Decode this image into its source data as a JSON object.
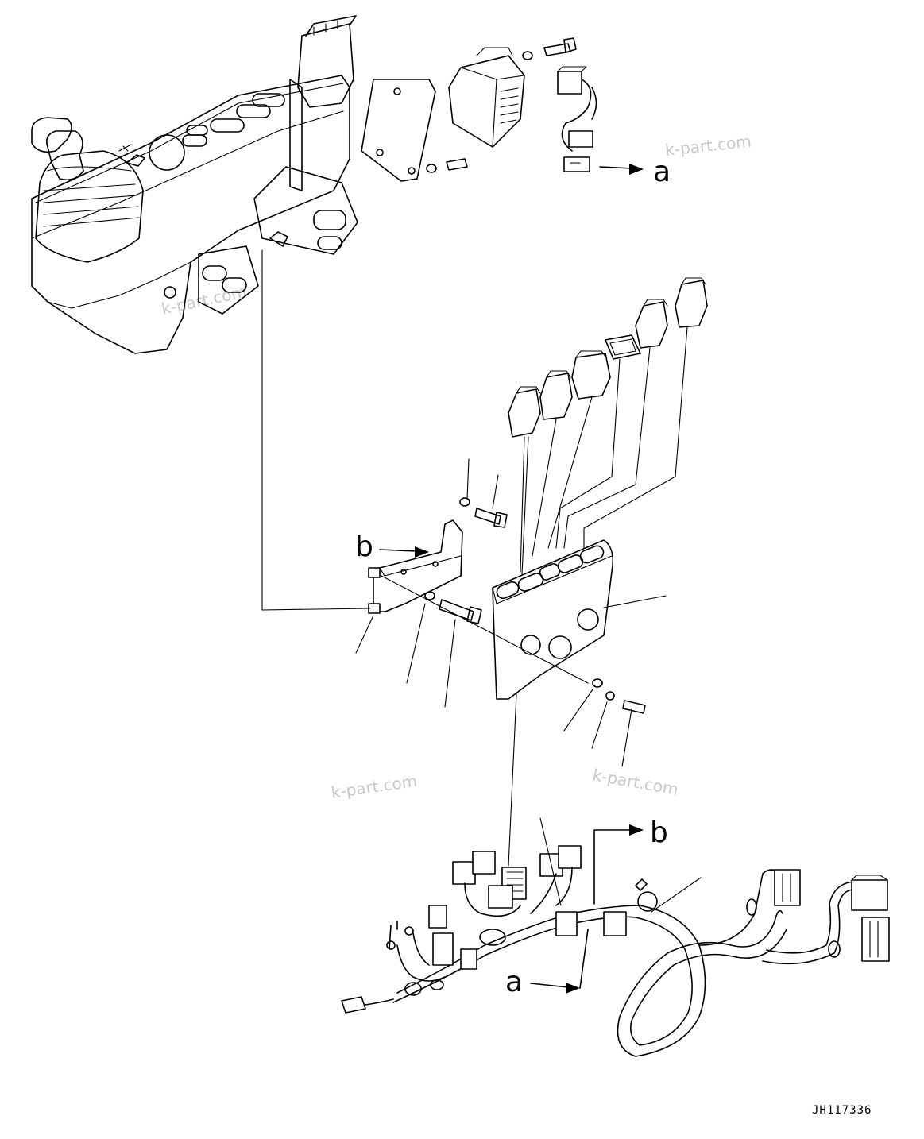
{
  "callouts": {
    "a_top": "a",
    "b_mid": "b",
    "b_bottom": "b",
    "a_bottom": "a"
  },
  "watermarks": {
    "top_right": "k-part.com",
    "top_left": "k-part.com",
    "bottom_left": "k-part.com",
    "bottom_right": "k-part.com"
  },
  "drawing_code": "JH117336"
}
